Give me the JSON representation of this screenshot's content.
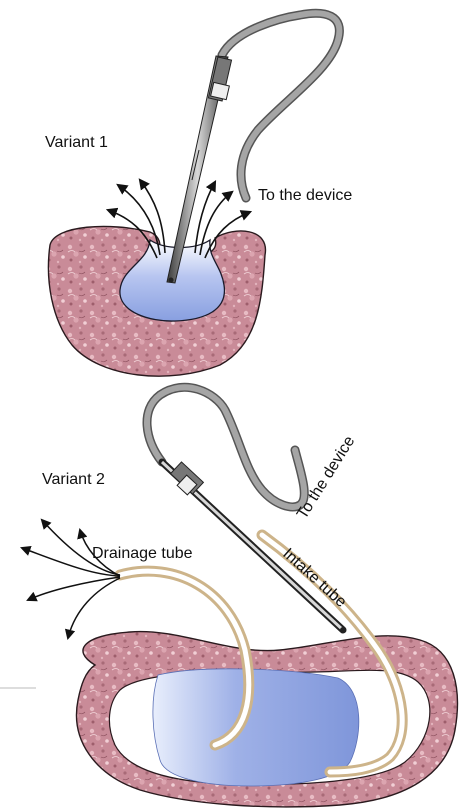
{
  "variant1": {
    "title": "Variant 1",
    "device_label": "To the device"
  },
  "variant2": {
    "title": "Variant 2",
    "device_label": "To the device",
    "drainage_label": "Drainage tube",
    "intake_label": "Intake tube"
  },
  "colors": {
    "tissue": "#c98b98",
    "tissue_edge": "#2a1a1e",
    "fluid_light": "#e6ebfb",
    "fluid_dark": "#7f96da",
    "hose": "#9a9a9a",
    "drain_tube": "#cdb48a"
  }
}
